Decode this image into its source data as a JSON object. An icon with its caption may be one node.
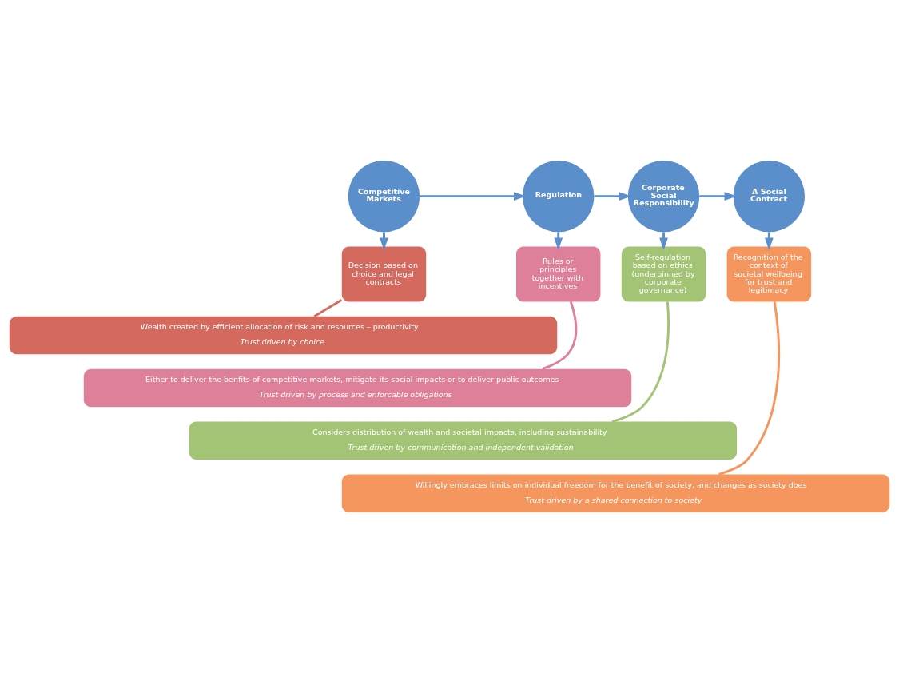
{
  "diagram": {
    "nodes": [
      {
        "text": [
          "Competitive Markets"
        ]
      },
      {
        "text": [
          "Regulation"
        ]
      },
      {
        "text": [
          "Corporate Social Responsibility"
        ]
      },
      {
        "text": [
          "A Social Contract"
        ]
      },
      {
        "text": [
          "Decision based on choice and legal contracts"
        ]
      },
      {
        "text": [
          "Rules or principles together with incentives"
        ]
      },
      {
        "text": [
          "Self-regulation based on ethics (underpinned by corporate governance)"
        ]
      },
      {
        "text": [
          "Recognition of the context of societal wellbeing for trust and legitimacy"
        ]
      },
      {
        "text": [
          "Wealth created by efficient allocation of risk and resources – productivity",
          "Trust driven by choice"
        ]
      },
      {
        "text": [
          "Either to deliver the benfits of competitive markets, mitigate its social impacts or to deliver public outcomes",
          "Trust driven by process and enforcable obligations"
        ]
      },
      {
        "text": [
          "Considers distribution of wealth and societal impacts, including sustainability",
          "Trust driven by communication and independent validation"
        ]
      },
      {
        "text": [
          "Willingly embraces limits on individual freedom for the benefit of society, and changes as society does",
          "Trust driven by a shared connection to society"
        ]
      }
    ],
    "edges": [
      {
        "from": 0,
        "to": 1,
        "arrow": "to"
      },
      {
        "from": 1,
        "to": 2,
        "arrow": "to"
      },
      {
        "from": 2,
        "to": 3,
        "arrow": "to"
      },
      {
        "from": 0,
        "to": 4,
        "arrow": "to"
      },
      {
        "from": 1,
        "to": 5,
        "arrow": "to"
      },
      {
        "from": 2,
        "to": 6,
        "arrow": "to"
      },
      {
        "from": 3,
        "to": 7,
        "arrow": "to"
      },
      {
        "from": 4,
        "to": 8,
        "arrow": "none",
        "color": "#d46a5e"
      },
      {
        "from": 5,
        "to": 9,
        "arrow": "none",
        "color": "#de8099"
      },
      {
        "from": 6,
        "to": 10,
        "arrow": "none",
        "color": "#a3c475"
      },
      {
        "from": 7,
        "to": 11,
        "arrow": "none",
        "color": "#f5965f"
      }
    ]
  }
}
